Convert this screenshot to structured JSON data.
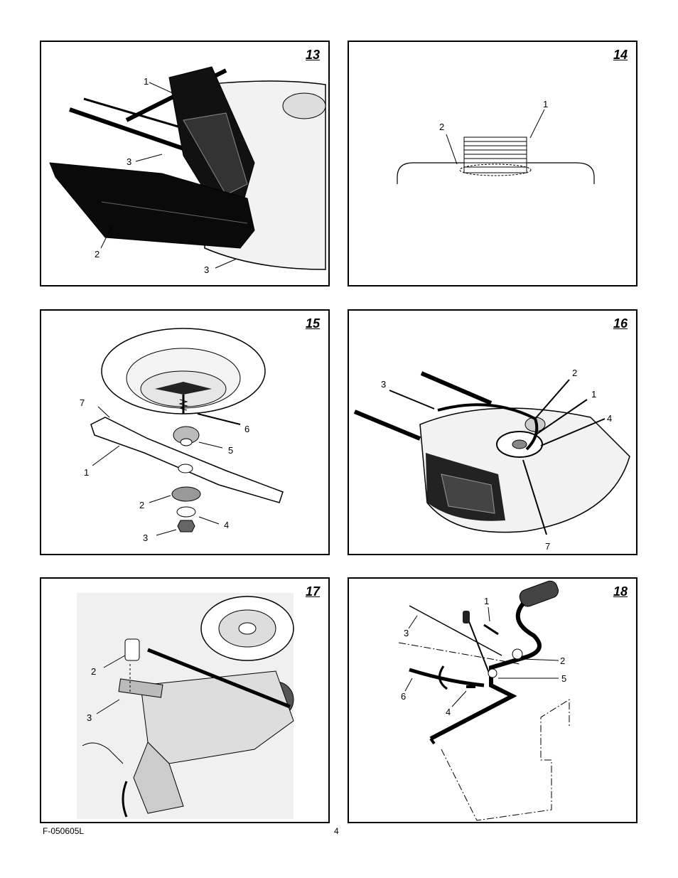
{
  "figures": [
    {
      "number": "13",
      "callouts": [
        "1",
        "3",
        "2",
        "3"
      ]
    },
    {
      "number": "14",
      "callouts": [
        "1",
        "2"
      ]
    },
    {
      "number": "15",
      "callouts": [
        "7",
        "6",
        "5",
        "1",
        "2",
        "4",
        "3"
      ]
    },
    {
      "number": "16",
      "callouts": [
        "3",
        "2",
        "1",
        "4",
        "7"
      ]
    },
    {
      "number": "17",
      "callouts": [
        "2",
        "3"
      ]
    },
    {
      "number": "18",
      "callouts": [
        "1",
        "3",
        "2",
        "5",
        "6",
        "4"
      ]
    }
  ],
  "footer": {
    "doc_code": "F-050605L",
    "page_number": "4"
  }
}
